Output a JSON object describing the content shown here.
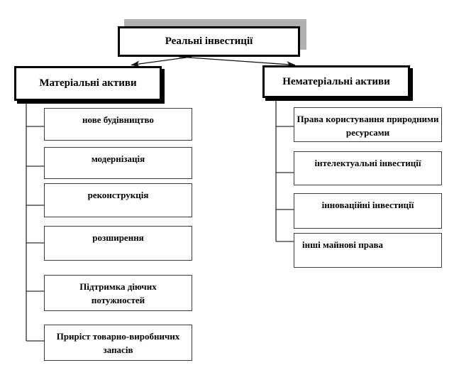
{
  "diagram": {
    "title": "Реальні інвестиції",
    "root": {
      "label": "Реальні інвестиції"
    },
    "branches": [
      {
        "label": "Матеріальні активи",
        "children": [
          "нове будівництво",
          "модернізація",
          "реконструкція",
          "розширення",
          "Підтримка діючих\nпотужностей",
          "Приріст товарно-виробничих\nзапасів"
        ]
      },
      {
        "label": "Нематеріальні активи",
        "children": [
          "Права користування природними\nресурсами",
          "інтелектуальні інвестиції",
          "інноваційні інвестиції",
          "інші майнові права"
        ]
      }
    ],
    "colors": {
      "background": "#ffffff",
      "box_fill": "#ffffff",
      "header_border": "#000000",
      "child_border": "#3d3d3d",
      "connector": "#2e2e2e",
      "arrow": "#111111",
      "root_shadow": "#b0b0b0",
      "header_shadow": "#000000",
      "text": "#000000"
    }
  }
}
